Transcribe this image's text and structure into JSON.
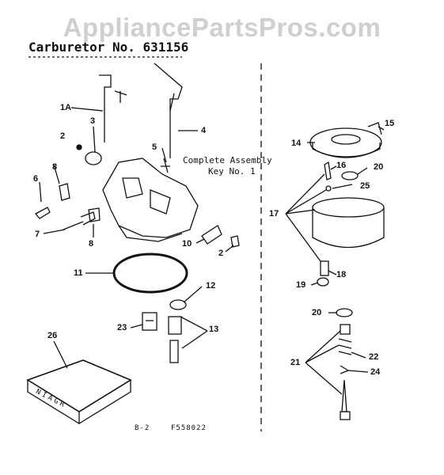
{
  "watermark": "AppliancePartsPros.com",
  "title": "Carburetor No. 631156",
  "note": [
    "Complete Assembly",
    "Key No. 1"
  ],
  "footer": {
    "left": "B-2",
    "right": "F558022"
  },
  "kit_text": "NIAGR",
  "labels": {
    "l1a": "1A",
    "l2a": "2",
    "l3": "3",
    "l4": "4",
    "l5": "5",
    "l6": "6",
    "l7": "7",
    "l8a": "8",
    "l8b": "8",
    "l10": "10",
    "l2b": "2",
    "l11": "11",
    "l12": "12",
    "l13": "13",
    "l23": "23",
    "l26": "26",
    "l14": "14",
    "l15": "15",
    "l16": "16",
    "l20a": "20",
    "l25": "25",
    "l17": "17",
    "l18": "18",
    "l19": "19",
    "l20b": "20",
    "l21": "21",
    "l22": "22",
    "l24": "24"
  }
}
